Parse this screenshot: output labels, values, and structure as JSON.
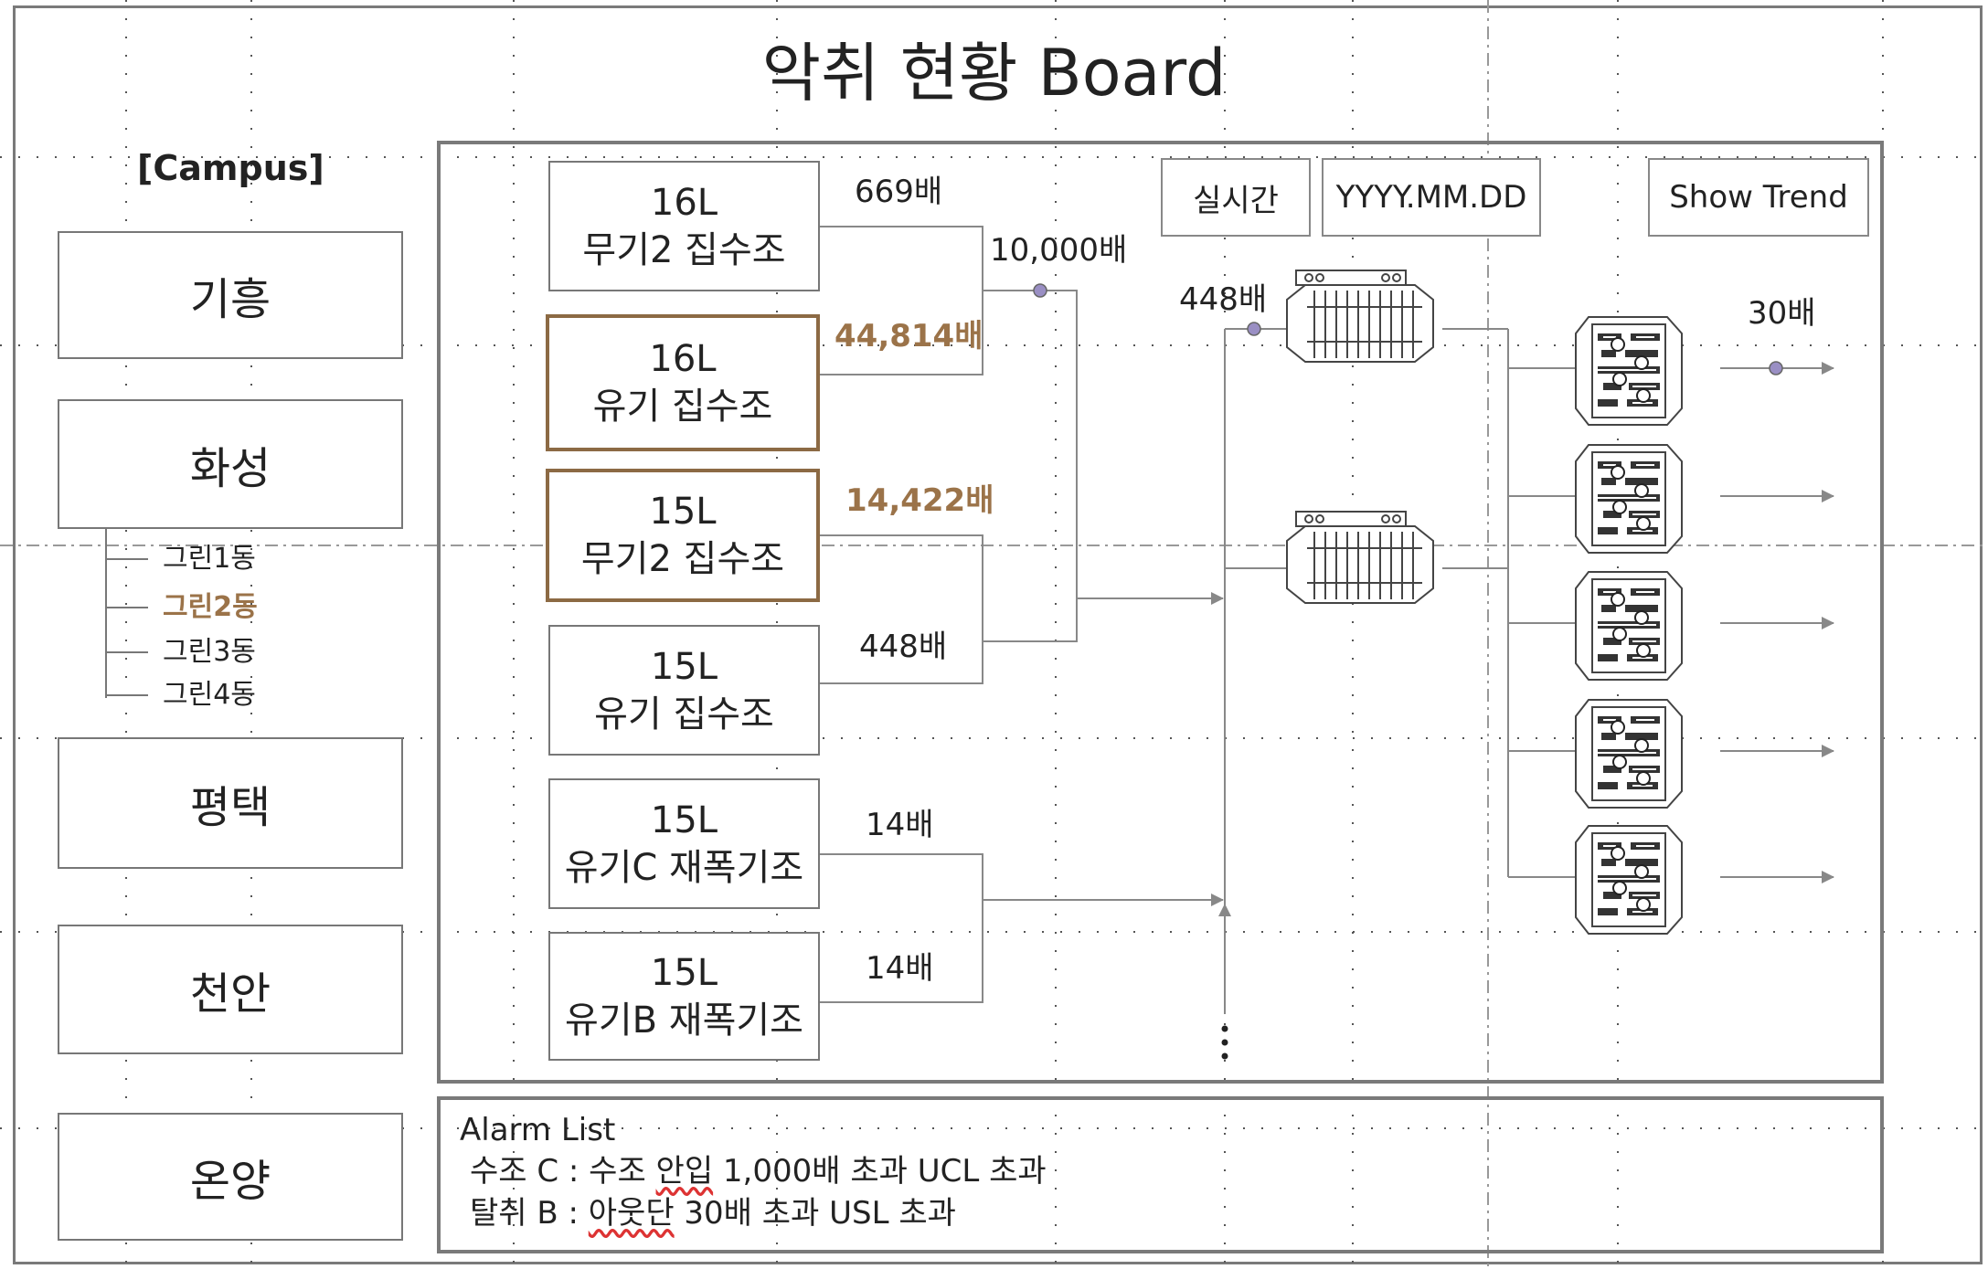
{
  "title": "악취 현황 Board",
  "campus": {
    "label": "[Campus]",
    "items": [
      "기흥",
      "화성",
      "평택",
      "천안",
      "온양"
    ],
    "subitems": [
      "그린1동",
      "그린2동",
      "그린3동",
      "그린4동"
    ],
    "active_subitem": "그린2동"
  },
  "toolbar": {
    "realtime_label": "실시간",
    "date_value": "YYYY.MM.DD",
    "trend_label": "Show Trend"
  },
  "tanks": [
    {
      "line1": "16L",
      "line2": "무기2 집수조",
      "highlight": false
    },
    {
      "line1": "16L",
      "line2": "유기 집수조",
      "highlight": true
    },
    {
      "line1": "15L",
      "line2": "무기2 집수조",
      "highlight": true
    },
    {
      "line1": "15L",
      "line2": "유기 집수조",
      "highlight": false
    },
    {
      "line1": "15L",
      "line2": "유기C 재폭기조",
      "highlight": false
    },
    {
      "line1": "15L",
      "line2": "유기B 재폭기조",
      "highlight": false
    }
  ],
  "values": {
    "tank1": "669배",
    "tank2": "44,814배",
    "merge_top": "10,000배",
    "tank3": "14,422배",
    "tank4": "448배",
    "tank5": "14배",
    "tank6": "14배",
    "scrubber_in": "448배",
    "outlet": "30배"
  },
  "alarm": {
    "title": "Alarm List",
    "line1": {
      "pre": "수조 C : 수조 ",
      "flag": "안입",
      "post": " 1,000배 초과 UCL 초과"
    },
    "line2": {
      "pre": "탈취 B : ",
      "flag": "아웃단",
      "post": " 30배 초과 USL 초과"
    }
  },
  "colors": {
    "highlight": "#9b7349",
    "node": "#9a8fc4",
    "border": "#7a7a7a"
  }
}
